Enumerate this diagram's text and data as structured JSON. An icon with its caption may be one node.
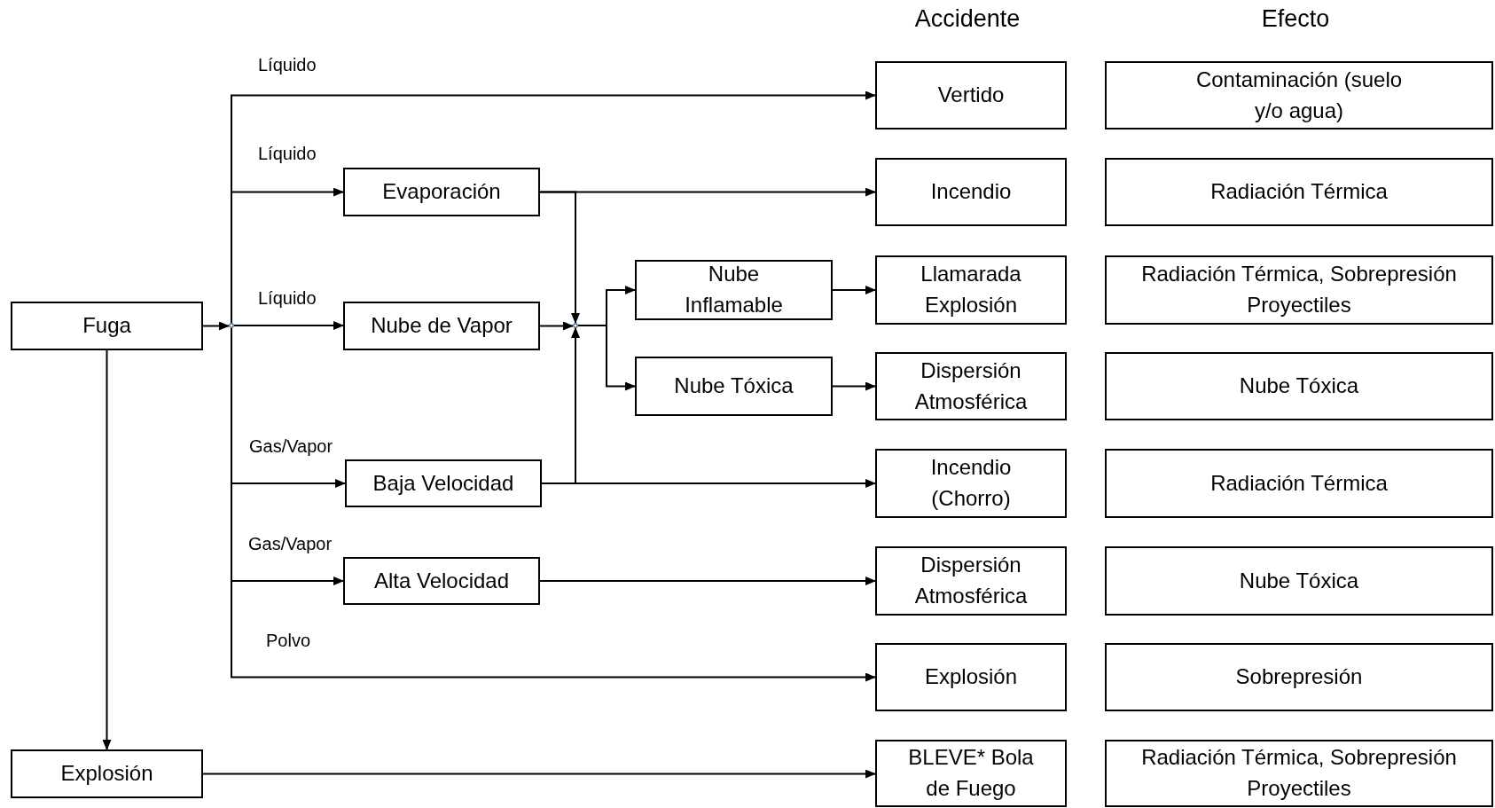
{
  "diagram": {
    "nodes": [
      {
        "text": [
          "Fuga"
        ]
      },
      {
        "text": [],
        "shape": "circle"
      },
      {
        "text": [
          "Explosión"
        ]
      },
      {
        "text": [
          "Evaporación"
        ]
      },
      {
        "text": [
          "Nube de Vapor"
        ]
      },
      {
        "text": [
          "Baja Velocidad"
        ]
      },
      {
        "text": [
          "Alta Velocidad"
        ]
      },
      {
        "text": [],
        "shape": "circle"
      },
      {
        "text": [
          "Nube Inflamable"
        ]
      },
      {
        "text": [
          "Nube Tóxica"
        ]
      },
      {
        "text": [
          "Vertido"
        ]
      },
      {
        "text": [
          "Incendio"
        ]
      },
      {
        "text": [
          "Llamarada Explosión"
        ]
      },
      {
        "text": [
          "Dispersión Atmosférica"
        ]
      },
      {
        "text": [
          "Incendio (Chorro)"
        ]
      },
      {
        "text": [
          "Dispersión Atmosférica"
        ]
      },
      {
        "text": [
          "Explosión"
        ]
      },
      {
        "text": [
          "BLEVE* Bola de Fuego"
        ]
      },
      {
        "text": [
          "Contaminación (suelo y/o agua)"
        ]
      },
      {
        "text": [
          "Radiación Térmica"
        ]
      },
      {
        "text": [
          "Radiación Térmica, Sobrepresión Proyectiles"
        ]
      },
      {
        "text": [
          "Nube Tóxica"
        ]
      },
      {
        "text": [
          "Radiación Térmica"
        ]
      },
      {
        "text": [
          "Nube Tóxica"
        ]
      },
      {
        "text": [
          "Sobrepresión"
        ]
      },
      {
        "text": [
          "Radiación Térmica, Sobrepresión Proyectiles"
        ]
      }
    ],
    "edges": [
      {
        "from": 0,
        "to": 1,
        "arrow": "to"
      },
      {
        "from": 1,
        "to": 10,
        "arrow": "to",
        "label": "Líquido"
      },
      {
        "from": 1,
        "to": 3,
        "arrow": "to",
        "label": "Líquido"
      },
      {
        "from": 1,
        "to": 4,
        "arrow": "to",
        "label": "Líquido"
      },
      {
        "from": 1,
        "to": 5,
        "arrow": "to",
        "label": "Gas/Vapor"
      },
      {
        "from": 1,
        "to": 6,
        "arrow": "to",
        "label": "Gas/Vapor"
      },
      {
        "from": 1,
        "to": 16,
        "arrow": "to",
        "label": "Polvo"
      },
      {
        "from": 0,
        "to": 2,
        "arrow": "to"
      },
      {
        "from": 3,
        "to": 11,
        "arrow": "to"
      },
      {
        "from": 3,
        "to": 7,
        "arrow": "to"
      },
      {
        "from": 4,
        "to": 7,
        "arrow": "to"
      },
      {
        "from": 5,
        "to": 7,
        "arrow": "to"
      },
      {
        "from": 5,
        "to": 14,
        "arrow": "to"
      },
      {
        "from": 7,
        "to": 8,
        "arrow": "to"
      },
      {
        "from": 7,
        "to": 9,
        "arrow": "to"
      },
      {
        "from": 8,
        "to": 12,
        "arrow": "to"
      },
      {
        "from": 9,
        "to": 13,
        "arrow": "to"
      },
      {
        "from": 6,
        "to": 15,
        "arrow": "to"
      },
      {
        "from": 2,
        "to": 17,
        "arrow": "to"
      }
    ],
    "labels": [
      "Accidente",
      "Efecto"
    ]
  }
}
